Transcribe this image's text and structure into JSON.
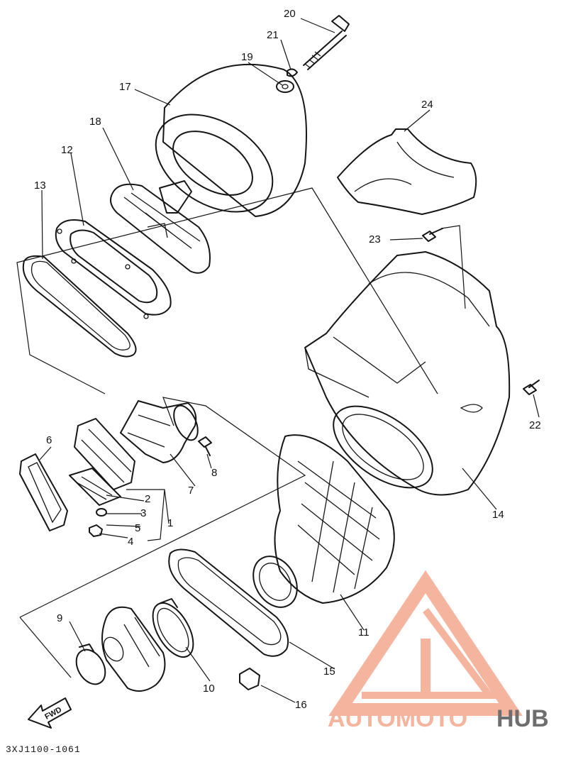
{
  "diagram": {
    "drawing_code": "3XJ1100-1061",
    "fwd_label": "FWD",
    "callouts": [
      "1",
      "2",
      "3",
      "4",
      "5",
      "6",
      "7",
      "8",
      "9",
      "10",
      "11",
      "12",
      "13",
      "14",
      "15",
      "16",
      "17",
      "18",
      "19",
      "20",
      "21",
      "22",
      "23",
      "24"
    ]
  },
  "watermark": {
    "text_part1": "AUTOMOTO",
    "text_part2": "HUB",
    "color_primary": "#f3a78e",
    "color_secondary": "#555555"
  }
}
